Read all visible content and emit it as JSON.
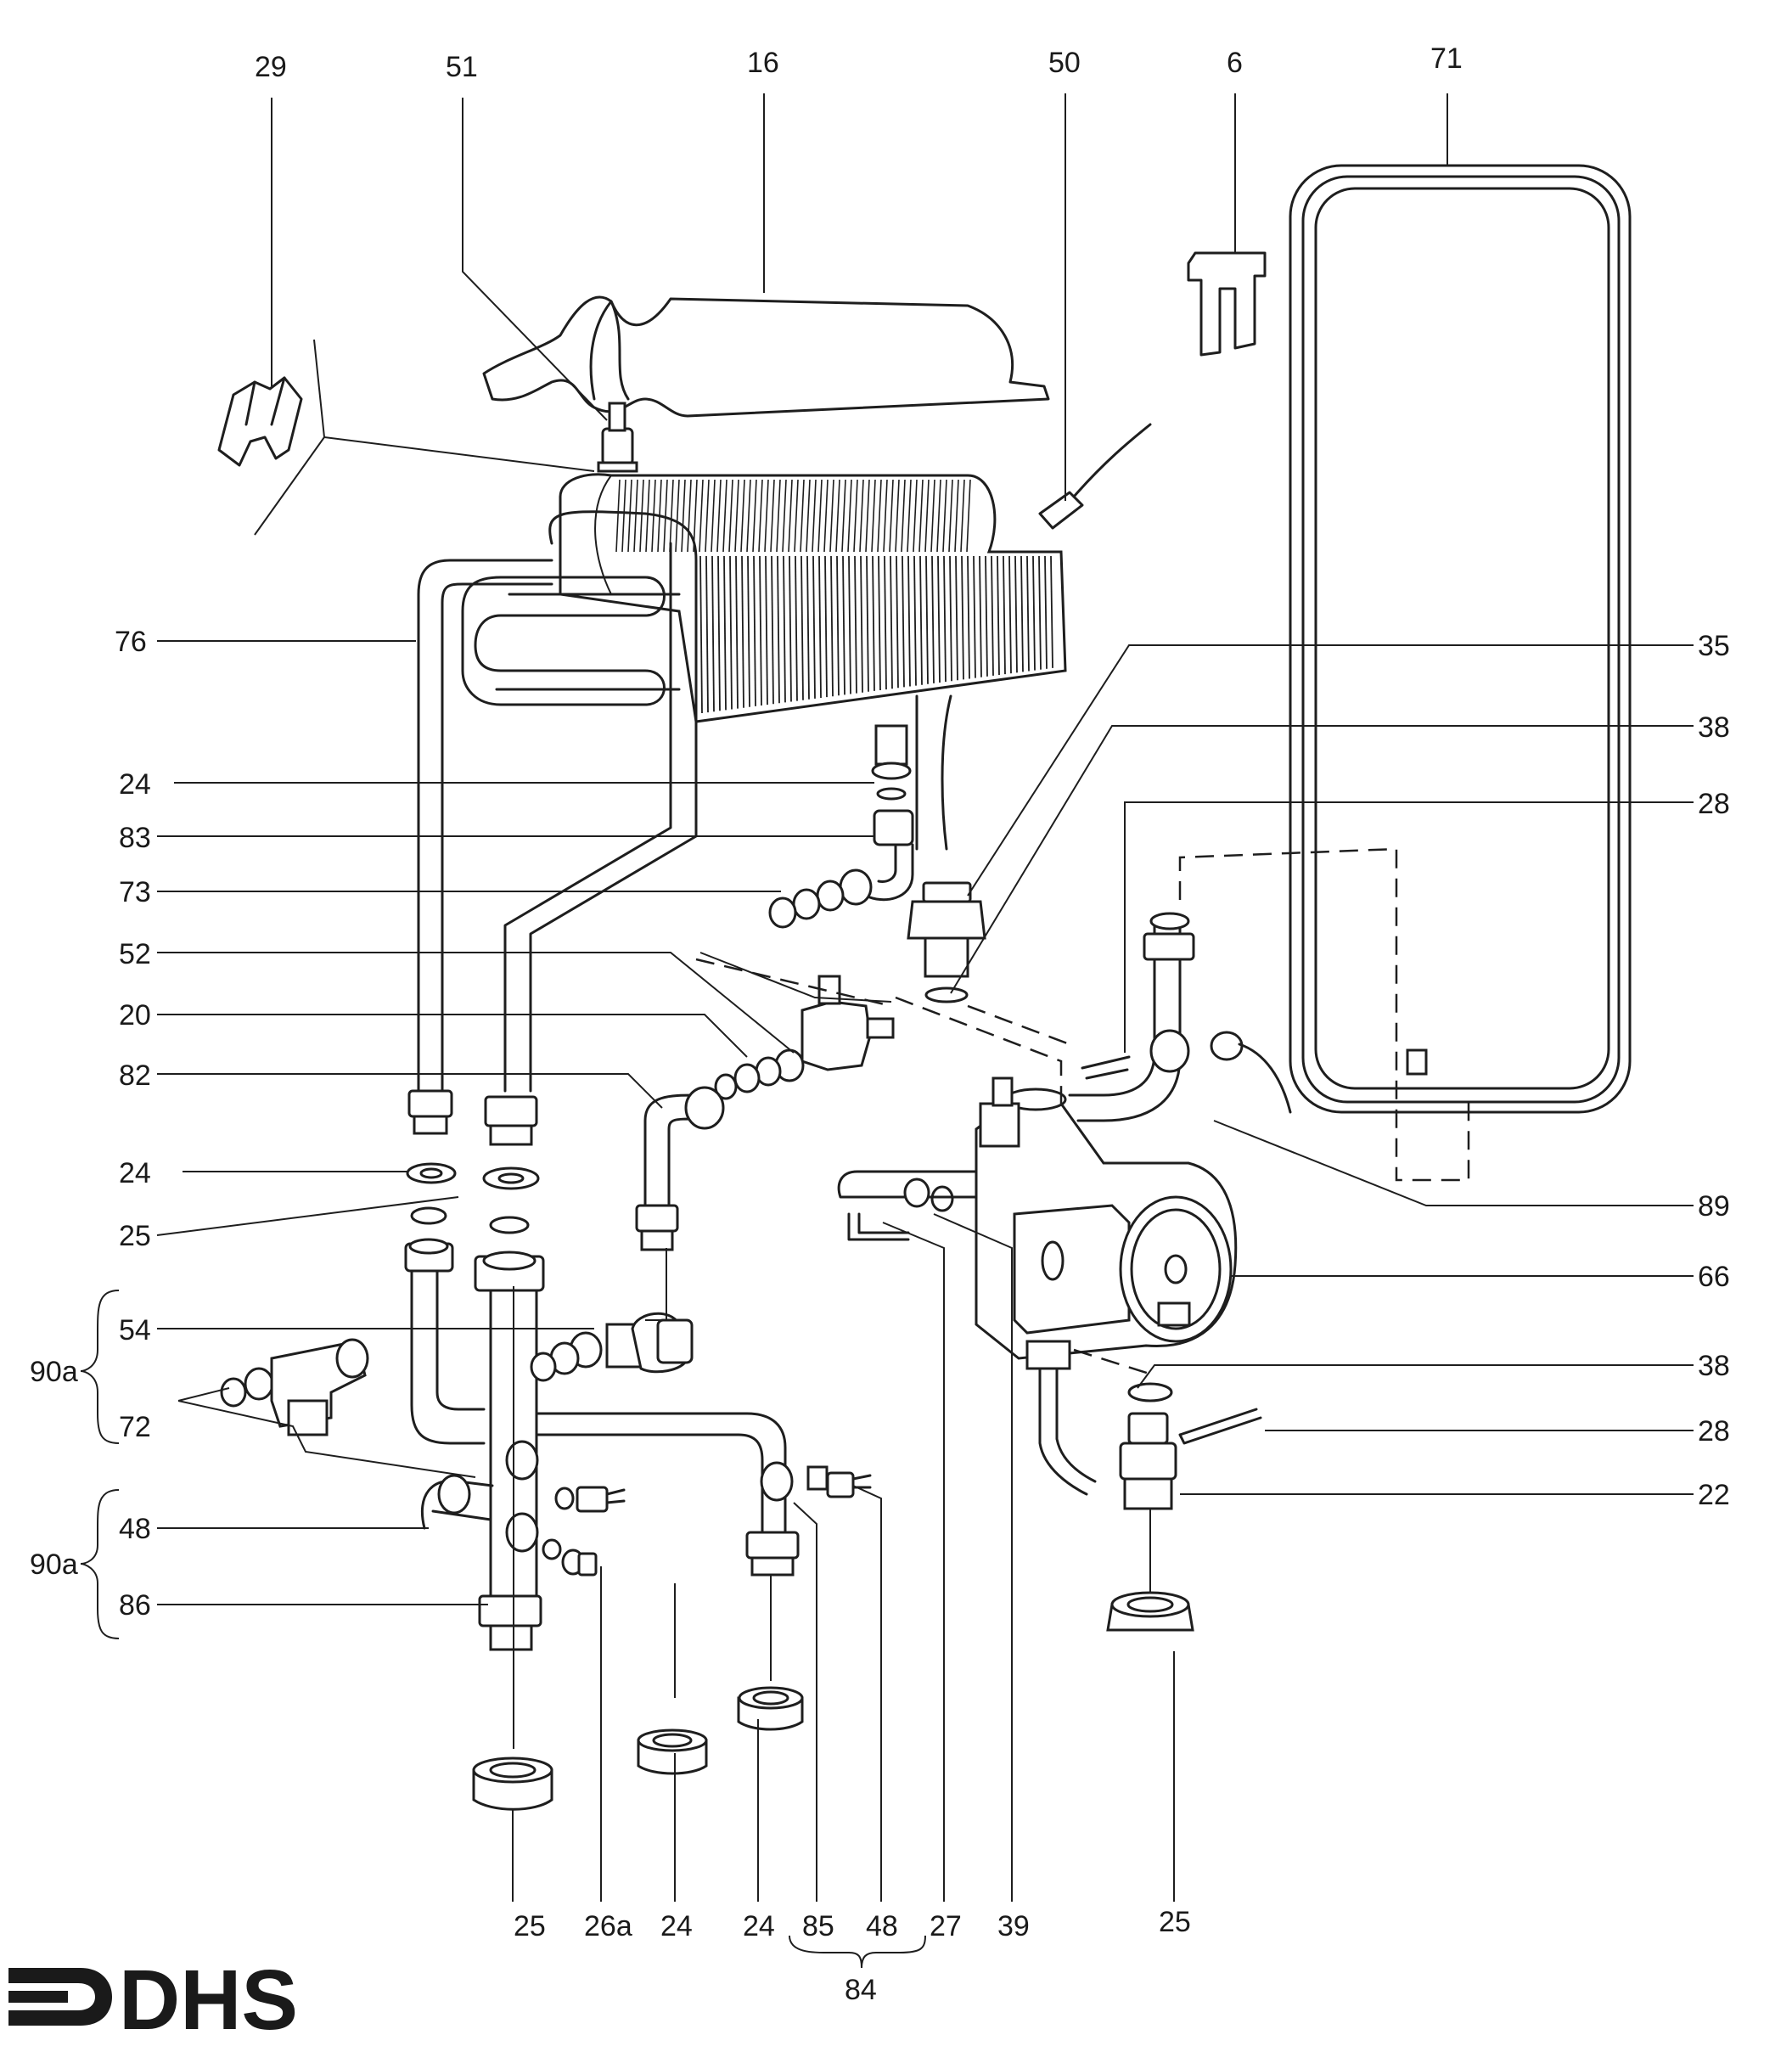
{
  "logo": {
    "text": "DHS"
  },
  "labels": {
    "29": "29",
    "51": "51",
    "16": "16",
    "50": "50",
    "6": "6",
    "71": "71",
    "76": "76",
    "35": "35",
    "24a": "24",
    "38a": "38",
    "28a": "28",
    "83": "83",
    "73": "73",
    "52": "52",
    "20": "20",
    "82": "82",
    "24b": "24",
    "25a": "25",
    "89": "89",
    "66": "66",
    "90a1": "90a",
    "54": "54",
    "72": "72",
    "38b": "38",
    "28b": "28",
    "22": "22",
    "90a2": "90a",
    "48a": "48",
    "86": "86",
    "25b": "25",
    "26a": "26a",
    "24c": "24",
    "24d": "24",
    "85": "85",
    "48b": "48",
    "27": "27",
    "39": "39",
    "25c": "25",
    "84": "84"
  },
  "colors": {
    "ink": "#1e1e1e",
    "background": "#ffffff"
  }
}
